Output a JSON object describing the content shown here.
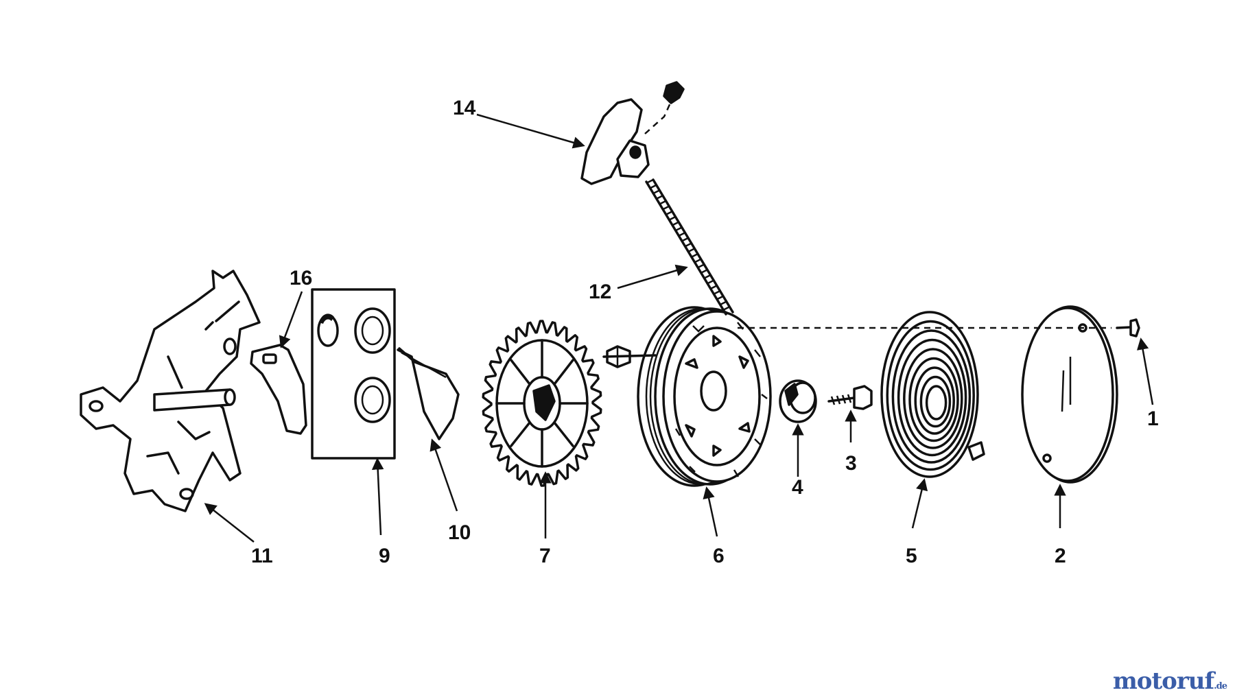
{
  "labels": {
    "p1": "1",
    "p2": "2",
    "p3": "3",
    "p4": "4",
    "p5": "5",
    "p6": "6",
    "p7": "7",
    "p9": "9",
    "p10": "10",
    "p11": "11",
    "p12": "12",
    "p14": "14",
    "p16": "16"
  },
  "watermark": {
    "brand": "motoruf",
    "tld": ".de"
  },
  "colors": {
    "line": "#111111",
    "background": "#ffffff",
    "brand_blue": "#3a5da8",
    "brand_orange": "#d9a021",
    "brand_red": "#c83a2a"
  }
}
